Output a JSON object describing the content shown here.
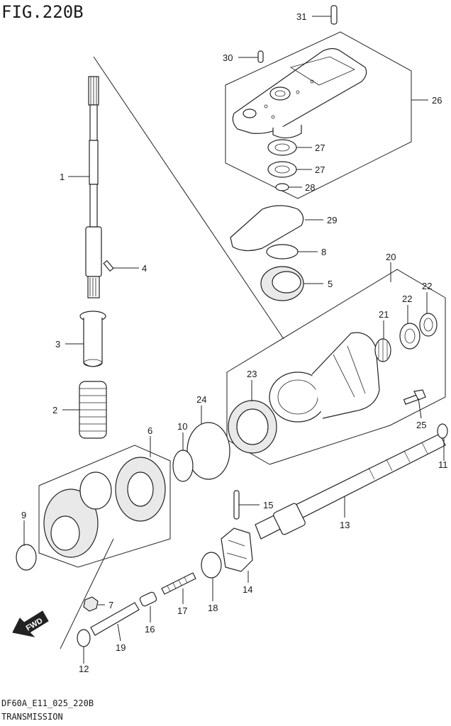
{
  "figure": {
    "title": "FIG.220B"
  },
  "footer": {
    "code": "DF60A_E11_025_220B",
    "section": "TRANSMISSION"
  },
  "direction_marker": {
    "label": "FWD"
  },
  "callouts": [
    "1",
    "2",
    "3",
    "4",
    "5",
    "6",
    "7",
    "8",
    "9",
    "10",
    "11",
    "12",
    "13",
    "14",
    "15",
    "16",
    "17",
    "18",
    "19",
    "20",
    "21",
    "22",
    "22",
    "23",
    "24",
    "25",
    "26",
    "27",
    "27",
    "28",
    "29",
    "30",
    "31"
  ]
}
